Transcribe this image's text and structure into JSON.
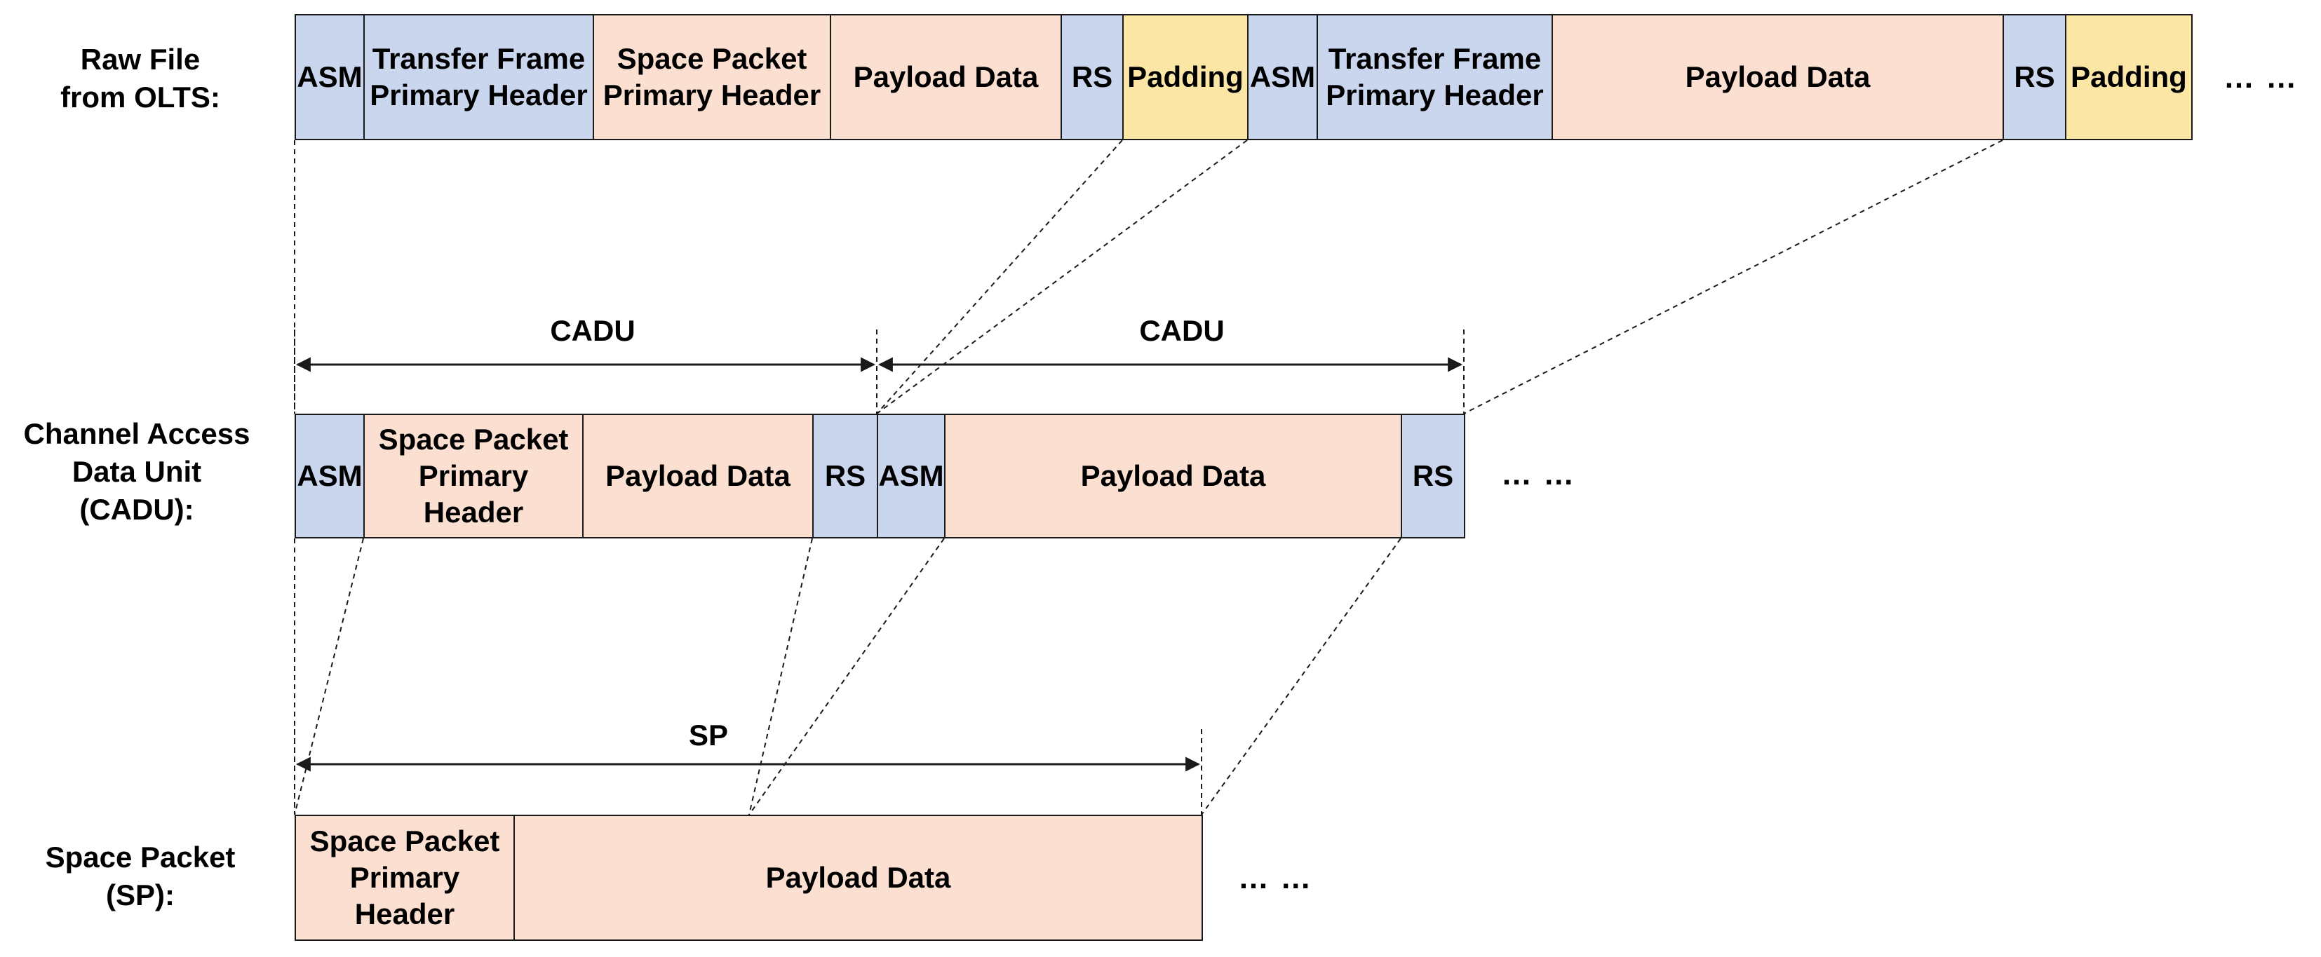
{
  "rows": {
    "raw": {
      "label": "Raw File\nfrom OLTS:",
      "segments": [
        {
          "text": "ASM",
          "color": "blue"
        },
        {
          "text": "Transfer Frame\nPrimary Header",
          "color": "blue"
        },
        {
          "text": "Space Packet\nPrimary Header",
          "color": "peach"
        },
        {
          "text": "Payload Data",
          "color": "peach"
        },
        {
          "text": "RS",
          "color": "blue"
        },
        {
          "text": "Padding",
          "color": "yellow"
        },
        {
          "text": "ASM",
          "color": "blue"
        },
        {
          "text": "Transfer Frame\nPrimary Header",
          "color": "blue"
        },
        {
          "text": "Payload Data",
          "color": "peach"
        },
        {
          "text": "RS",
          "color": "blue"
        },
        {
          "text": "Padding",
          "color": "yellow"
        }
      ],
      "ellipsis": "… …"
    },
    "cadu": {
      "label": "Channel Access\nData Unit\n(CADU):",
      "segments": [
        {
          "text": "ASM",
          "color": "blue"
        },
        {
          "text": "Space Packet\nPrimary\nHeader",
          "color": "peach"
        },
        {
          "text": "Payload Data",
          "color": "peach"
        },
        {
          "text": "RS",
          "color": "blue"
        },
        {
          "text": "ASM",
          "color": "blue"
        },
        {
          "text": "Payload Data",
          "color": "peach"
        },
        {
          "text": "RS",
          "color": "blue"
        }
      ],
      "ellipsis": "… …",
      "spans": [
        "CADU",
        "CADU"
      ]
    },
    "sp": {
      "label": "Space Packet\n(SP):",
      "segments": [
        {
          "text": "Space Packet\nPrimary\nHeader",
          "color": "peach"
        },
        {
          "text": "Payload Data",
          "color": "peach"
        }
      ],
      "ellipsis": "… …",
      "spans": [
        "SP"
      ]
    }
  },
  "colors": {
    "blue": "#cad6ed",
    "peach": "#fbe0d2",
    "yellow": "#fbe6a6",
    "line": "#1a1a1a"
  }
}
